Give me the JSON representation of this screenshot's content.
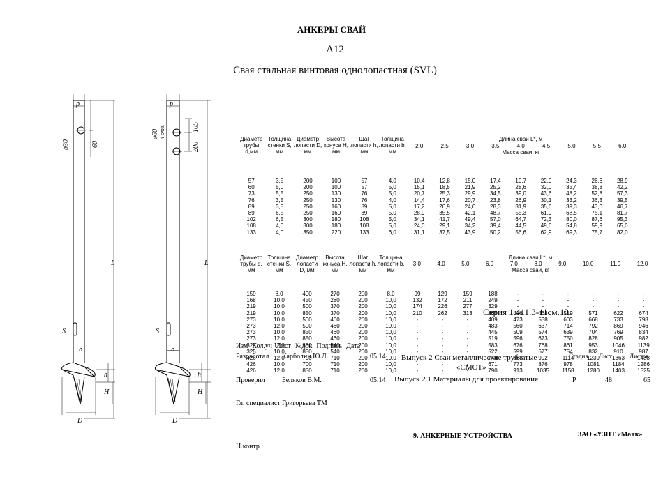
{
  "header": {
    "section": "АНКЕРЫ СВАЙ",
    "code": "А12",
    "title": "Свая стальная винтовая однолопастная (SVL)"
  },
  "drawing": {
    "left": {
      "labels": {
        "p": "p",
        "dia_hole": "ø30",
        "dim60": "60",
        "L": "L",
        "S": "S",
        "b": "b",
        "h": "h",
        "H": "H",
        "D": "D"
      }
    },
    "right": {
      "labels": {
        "p": "p",
        "dia_hole": "ø60",
        "holes": "4 отв.",
        "dim105": "105",
        "dim200": "200",
        "L": "L",
        "S": "S",
        "b": "b",
        "h": "h",
        "H": "H",
        "D": "D"
      }
    }
  },
  "table1": {
    "headers": [
      "Диаметр трубы d,мм",
      "Толщина стенки S, мм",
      "Диаметр лопасти D, мм",
      "Высота конуса H, мм",
      "Шаг лопасти h, мм",
      "Толщина лопасти b, мм"
    ],
    "length_header": "Длина сваи L*, м",
    "mass_header": "Масса сваи, кг",
    "lengths": [
      "2.0",
      "2.5",
      "3.0",
      "3.5",
      "4.0",
      "4.5",
      "5.0",
      "5.5",
      "6.0"
    ],
    "rows": [
      [
        "57",
        "3,5",
        "200",
        "100",
        "57",
        "4,0",
        "10,4",
        "12,8",
        "15,0",
        "17,4",
        "19,7",
        "22,0",
        "24,3",
        "26,6",
        "28,9"
      ],
      [
        "60",
        "5,0",
        "200",
        "100",
        "57",
        "5,0",
        "15,1",
        "18,5",
        "21,9",
        "25,2",
        "28,6",
        "32,0",
        "35,4",
        "38,8",
        "42,2"
      ],
      [
        "73",
        "5,5",
        "250",
        "130",
        "76",
        "5,0",
        "20,7",
        "25,3",
        "29,9",
        "34,5",
        "39,0",
        "43,6",
        "48,2",
        "52,8",
        "57,3"
      ],
      [
        "76",
        "3,5",
        "250",
        "130",
        "76",
        "4,0",
        "14,4",
        "17,6",
        "20,7",
        "23,8",
        "26,9",
        "30,1",
        "33,2",
        "36,3",
        "39,5"
      ],
      [
        "89",
        "3,5",
        "250",
        "160",
        "89",
        "5,0",
        "17,2",
        "20,9",
        "24,6",
        "28,3",
        "31,9",
        "35,6",
        "39,3",
        "43,0",
        "46,7"
      ],
      [
        "89",
        "6,5",
        "250",
        "160",
        "89",
        "5,0",
        "28,9",
        "35,5",
        "42,1",
        "48,7",
        "55,3",
        "61,9",
        "68,5",
        "75,1",
        "81,7"
      ],
      [
        "102",
        "6,5",
        "300",
        "180",
        "108",
        "5,0",
        "34,1",
        "41,7",
        "49,4",
        "57,0",
        "64,7",
        "72,3",
        "80,0",
        "87,6",
        "95,3"
      ],
      [
        "108",
        "4,0",
        "300",
        "180",
        "108",
        "5,0",
        "24,0",
        "29,1",
        "34,2",
        "39,4",
        "44,5",
        "49,6",
        "54,8",
        "59,9",
        "65,0"
      ],
      [
        "133",
        "4,0",
        "350",
        "220",
        "133",
        "6,0",
        "31,1",
        "37,5",
        "43,9",
        "50,2",
        "56,6",
        "62,9",
        "69,3",
        "75,7",
        "82,0"
      ]
    ]
  },
  "table2": {
    "headers": [
      "Диаметр трубы d, мм",
      "Толщина стенки S, мм",
      "Диаметр лопасти D, мм",
      "Высота конуса H, мм",
      "Шаг лопасти h, мм",
      "Толщина лопасти b, мм"
    ],
    "length_header": "Длина сваи L*, м",
    "mass_header": "Масса сваи, кг",
    "lengths": [
      "3,0",
      "4,0",
      "5,0",
      "6,0",
      "7,0",
      "8,0",
      "9,0",
      "10,0",
      "11,0",
      "12,0"
    ],
    "rows": [
      [
        "159",
        "8,0",
        "400",
        "270",
        "200",
        "8,0",
        "99",
        "129",
        "159",
        "188",
        "-",
        "-",
        "-",
        "-",
        "-",
        "-"
      ],
      [
        "168",
        "10,0",
        "450",
        "280",
        "200",
        "10,0",
        "132",
        "172",
        "211",
        "249",
        "-",
        "-",
        "-",
        "-",
        "-",
        "-"
      ],
      [
        "219",
        "10,0",
        "500",
        "370",
        "200",
        "10,0",
        "174",
        "226",
        "277",
        "329",
        "-",
        "-",
        "-",
        "-",
        "-",
        "-"
      ],
      [
        "219",
        "10,0",
        "850",
        "370",
        "200",
        "10,0",
        "210",
        "262",
        "313",
        "365",
        "416",
        "468",
        "519",
        "571",
        "622",
        "674"
      ],
      [
        "273",
        "10,0",
        "500",
        "460",
        "200",
        "10,0",
        "-",
        "-",
        "-",
        "409",
        "473",
        "538",
        "603",
        "668",
        "733",
        "798"
      ],
      [
        "273",
        "12,0",
        "500",
        "460",
        "200",
        "10,0",
        "-",
        "-",
        "-",
        "483",
        "560",
        "637",
        "714",
        "792",
        "869",
        "946"
      ],
      [
        "273",
        "10,0",
        "850",
        "460",
        "200",
        "10,0",
        "-",
        "-",
        "-",
        "445",
        "509",
        "574",
        "639",
        "704",
        "769",
        "834"
      ],
      [
        "273",
        "12,0",
        "850",
        "460",
        "200",
        "10,0",
        "-",
        "-",
        "-",
        "519",
        "596",
        "673",
        "750",
        "828",
        "905",
        "982"
      ],
      [
        "325",
        "12,0",
        "850",
        "540",
        "200",
        "10,0",
        "-",
        "-",
        "-",
        "583",
        "676",
        "768",
        "861",
        "953",
        "1046",
        "1139"
      ],
      [
        "325",
        "10,0",
        "850",
        "540",
        "200",
        "10,0",
        "-",
        "-",
        "-",
        "522",
        "599",
        "677",
        "754",
        "832",
        "910",
        "987"
      ],
      [
        "426",
        "12,0",
        "700",
        "710",
        "200",
        "10,0",
        "-",
        "-",
        "-",
        "744",
        "868",
        "992",
        "1114",
        "1239",
        "1363",
        "1488"
      ],
      [
        "426",
        "10,0",
        "700",
        "710",
        "200",
        "10,0",
        "-",
        "-",
        "-",
        "671",
        "773",
        "876",
        "978",
        "1081",
        "1184",
        "1286"
      ],
      [
        "426",
        "12,0",
        "850",
        "710",
        "200",
        "10,0",
        "-",
        "-",
        "-",
        "790",
        "913",
        "1035",
        "1158",
        "1280",
        "1403",
        "1525"
      ]
    ]
  },
  "stamp": {
    "series": "Серия 1.411.3-11см.13",
    "columns": [
      "Изм",
      "Кол.уч",
      "Лист",
      "№док",
      "Подпись",
      "Дата"
    ],
    "developed_label": "Разработал",
    "developed_name": "Карболин Ю.Л.",
    "developed_date": "05.14",
    "checked_label": "Проверил",
    "checked_name": "Беляков В.М.",
    "checked_date": "05.14",
    "chief_label": "Гл. специалист",
    "chief_name": "Григорьева ТМ",
    "norm_label": "Н.контр",
    "issue2": "Выпуск 2 Сваи металлические трубчатые",
    "smot": "«СМОТ»",
    "issue21": "Выпуск 2.1 Материалы для проектирования",
    "stage_label": "Стадия",
    "sheet_label": "Лист",
    "sheets_label": "Листов",
    "stage": "Р",
    "sheet": "48",
    "sheets": "65",
    "section_name": "9. АНКЕРНЫЕ УСТРОЙСТВА",
    "company": "ЗАО «УЗПТ «Маяк»"
  }
}
